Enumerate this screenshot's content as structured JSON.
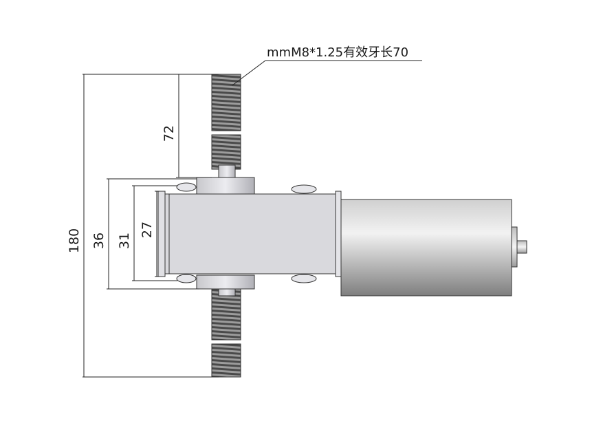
{
  "thread_callout": "mmM8*1.25有效牙长70",
  "dimensions": {
    "overall_length": "180",
    "thread_length": "72",
    "width_36": "36",
    "width_31": "31",
    "width_27": "27"
  },
  "colors": {
    "body": "#d9d9dd",
    "motor_light": "#e6e6e6",
    "motor_dark": "#8a8a8a",
    "thread": "#5a5a5a",
    "line": "#222222"
  }
}
